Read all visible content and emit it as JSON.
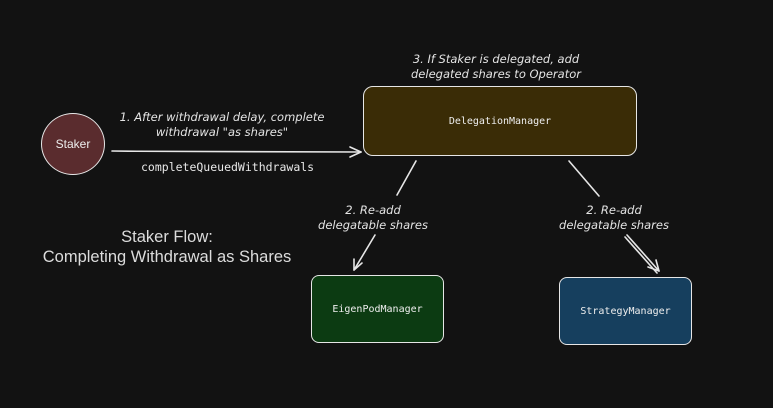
{
  "title": "Staker Flow:\nCompleting Withdrawal as Shares",
  "nodes": {
    "staker": "Staker",
    "delegation_manager": "DelegationManager",
    "eigenpod_manager": "EigenPodManager",
    "strategy_manager": "StrategyManager"
  },
  "edges": {
    "step1": "1. After withdrawal delay, complete\nwithdrawal \"as shares\"",
    "step1_method": "completeQueuedWithdrawals",
    "step2_eigenpod": "2. Re-add\ndelegatable shares",
    "step2_strategy": "2. Re-add\ndelegatable shares",
    "step3": "3. If Staker is delegated, add\ndelegated shares to Operator"
  },
  "colors": {
    "background": "#121212",
    "staker_fill": "#5a2c2e",
    "delegation_fill": "#3a2c06",
    "eigenpod_fill": "#0c3b12",
    "strategy_fill": "#163f5e",
    "stroke": "#e6e6e6"
  }
}
